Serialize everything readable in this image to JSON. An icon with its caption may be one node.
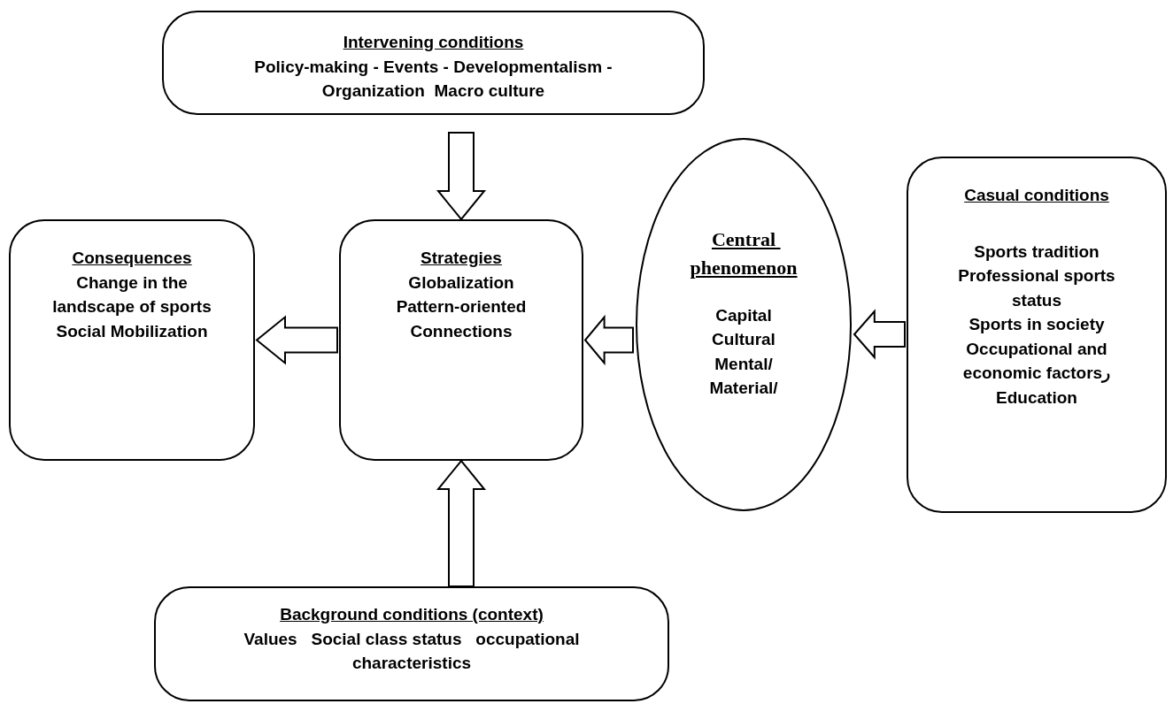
{
  "diagram": {
    "nodes": [
      {
        "text": [
          "Intervening conditions",
          "Policy-making - Events - Developmentalism - Organization  Macro culture"
        ]
      },
      {
        "text": [
          "Consequences",
          "Change in the landscape of sports",
          "Social Mobilization"
        ]
      },
      {
        "text": [
          "Strategies",
          "Globalization",
          "Pattern-oriented",
          "Connections"
        ]
      },
      {
        "text": [
          "Central phenomenon",
          "Capital",
          "Cultural",
          "Mental/",
          "Material/"
        ]
      },
      {
        "text": [
          "Casual conditions",
          "Sports tradition",
          "Professional sports status",
          "Sports in society",
          "Occupational and economic factorsر",
          "Education"
        ]
      },
      {
        "text": [
          "Background conditions (context)",
          "Values   Social class status   occupational characteristics"
        ]
      }
    ],
    "edges": [
      {
        "from": 0,
        "to": 2,
        "arrow": "to"
      },
      {
        "from": 5,
        "to": 2,
        "arrow": "to"
      },
      {
        "from": 2,
        "to": 1,
        "arrow": "to"
      },
      {
        "from": 3,
        "to": 2,
        "arrow": "to"
      },
      {
        "from": 4,
        "to": 3,
        "arrow": "to"
      }
    ]
  }
}
